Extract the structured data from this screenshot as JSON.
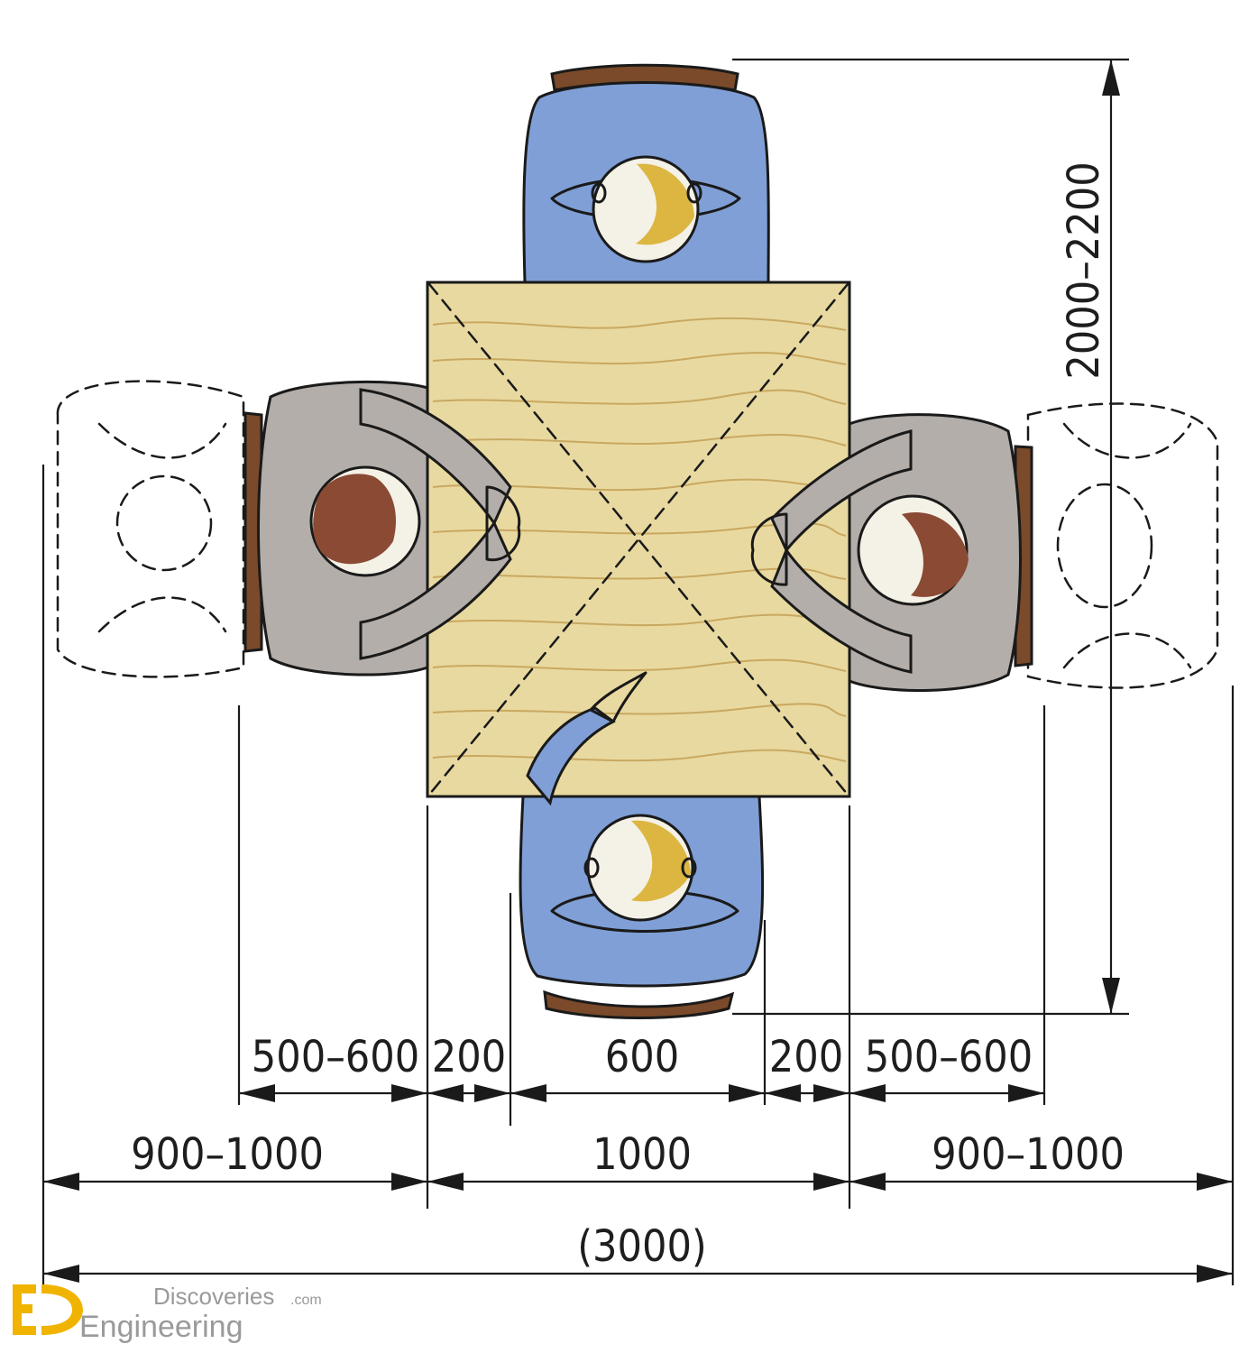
{
  "diagram": {
    "dimensions": {
      "top_row": [
        "500–600",
        "200",
        "600",
        "200",
        "500–600"
      ],
      "middle_row": [
        "900–1000",
        "1000",
        "900–1000"
      ],
      "total": "(3000)",
      "vertical": "2000–2200"
    },
    "colors": {
      "table": "#e8d9a0",
      "table_grain": "#c9a860",
      "person_blue": "#7f9fd6",
      "person_grey": "#b3aeaa",
      "hair_blond": "#dcb640",
      "hair_brown": "#8a4a34",
      "chair_wood": "#7a4a2a"
    }
  },
  "watermark": {
    "line1": "Discoveries",
    "line1_suffix": ".com",
    "line2": "Engineering"
  }
}
